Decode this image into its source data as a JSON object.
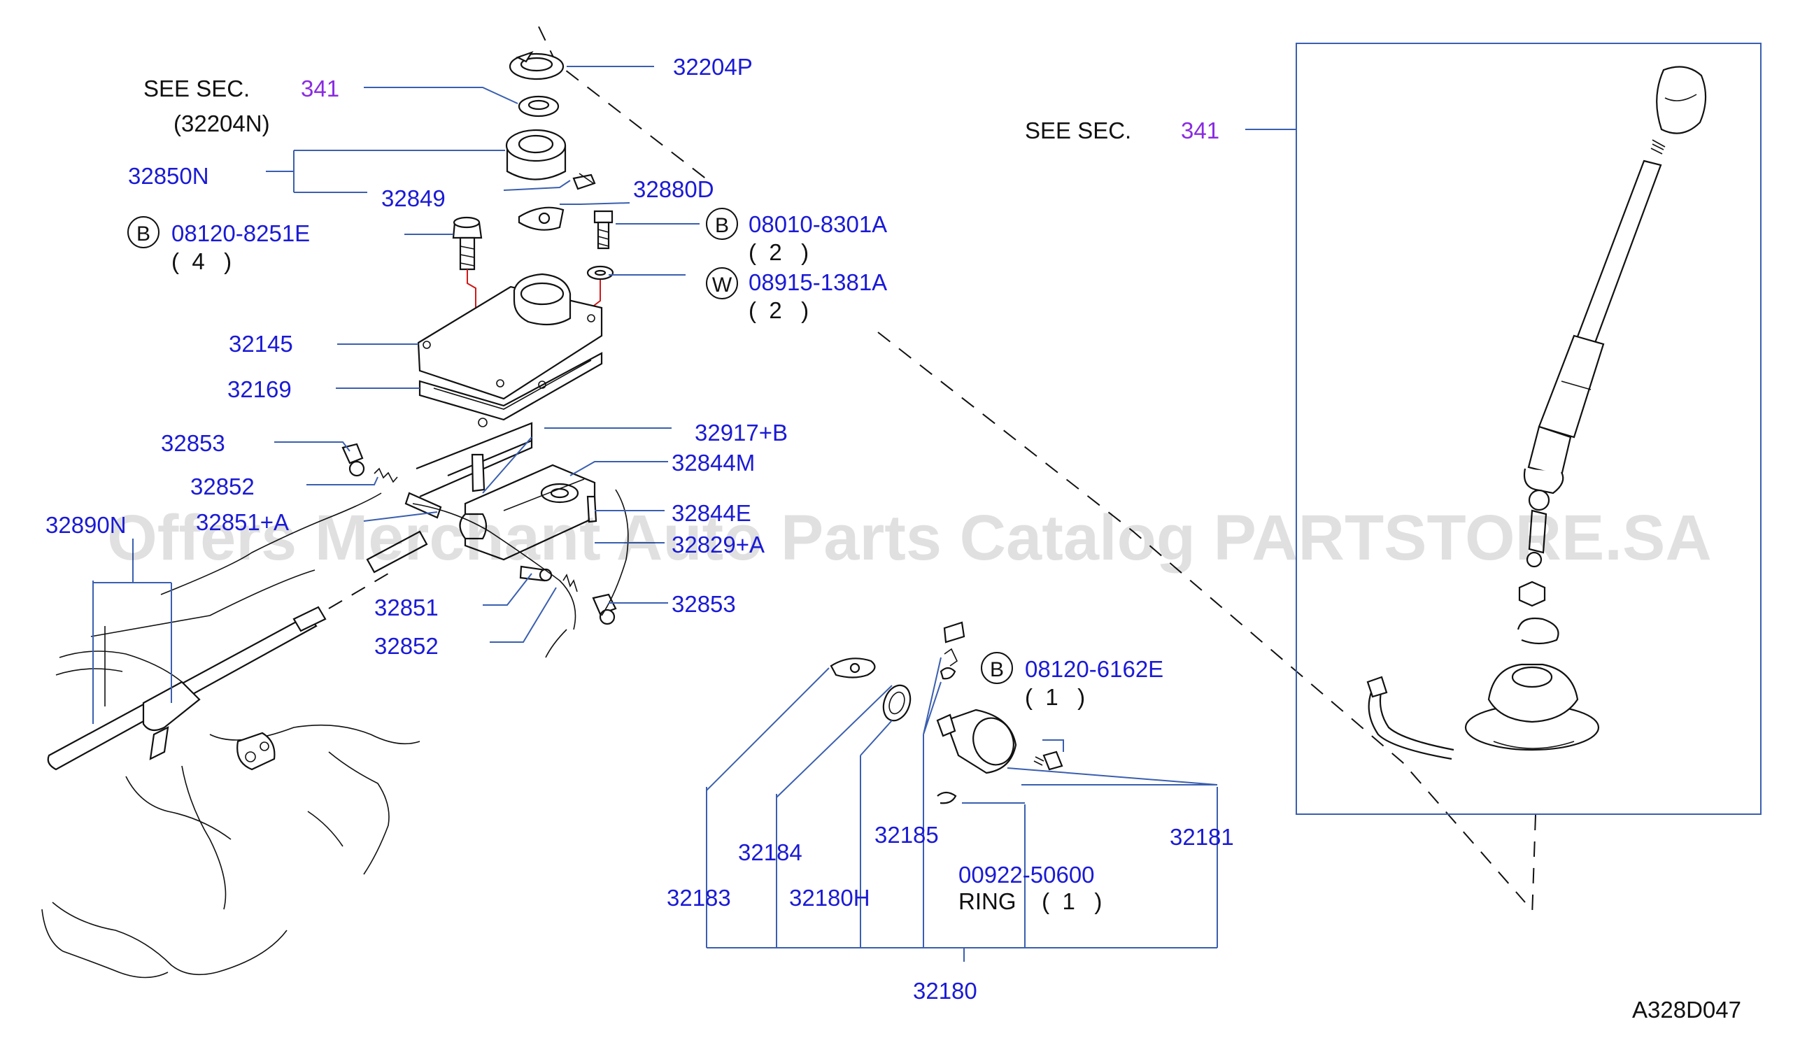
{
  "labels": {
    "see_sec_top": "SEE   SEC.",
    "see_sec_top_num": "341",
    "see_sec_top_sub": "(32204N)",
    "see_sec_right": "SEE   SEC.",
    "see_sec_right_num": "341",
    "p32204P": "32204P",
    "p32850N": "32850N",
    "p32849": "32849",
    "p32880D": "32880D",
    "p08120_8251E": "08120-8251E",
    "p08120_8251E_qty": "(  4   )",
    "p08010_8301A": "08010-8301A",
    "p08010_8301A_qty": "(  2   )",
    "p08915_1381A": "08915-1381A",
    "p08915_1381A_qty": "(  2   )",
    "p32145": "32145",
    "p32169": "32169",
    "p32853_a": "32853",
    "p32917B": "32917+B",
    "p32844M": "32844M",
    "p32852_a": "32852",
    "p32890N": "32890N",
    "p32851A": "32851+A",
    "p32844E": "32844E",
    "p32829A": "32829+A",
    "p32851": "32851",
    "p32853_b": "32853",
    "p32852_b": "32852",
    "p08120_6162E": "08120-6162E",
    "p08120_6162E_qty": "(  1   )",
    "p32184": "32184",
    "p32185": "32185",
    "p32181": "32181",
    "p00922_50600": "00922-50600",
    "ring": "RING    (  1   )",
    "p32183": "32183",
    "p32180H": "32180H",
    "p32180": "32180",
    "diagram_id": "A328D047"
  },
  "callouts": {
    "bolt_b": "B",
    "washer_w": "W"
  },
  "watermark": "Offers Merchant Auto Parts Catalog PARTSTORE.SA",
  "colors": {
    "part_number": "#1a1ad6",
    "section_ref": "#8a2be2",
    "leader": "#3a5fb0",
    "outline": "#111111",
    "highlight": "#d01818"
  }
}
